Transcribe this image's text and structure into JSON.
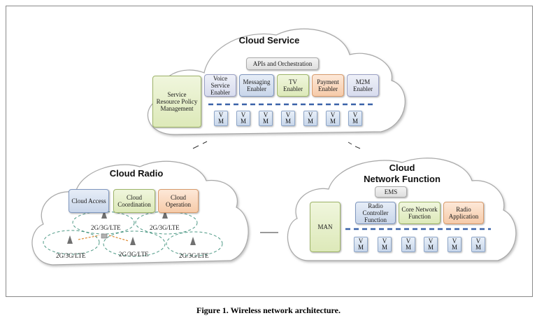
{
  "cloud_service": {
    "title": "Cloud Service",
    "api_bar": "APIs and Orchestration",
    "policy_box": "Service Resource Policy Management",
    "enablers": [
      "Voice Service Enabler",
      "Messaging Enabler",
      "TV Enabler",
      "Payment Enabler",
      "M2M Enabler"
    ],
    "vm_label_top": "V",
    "vm_label_bottom": "M",
    "vm_count": 7
  },
  "cloud_radio": {
    "title": "Cloud Radio",
    "boxes": [
      "Cloud Access",
      "Cloud Coordination",
      "Cloud Operation"
    ],
    "cell_labels": [
      "2G/3G/LTE",
      "2G/3G/LTE",
      "2G/3G/LTE",
      "2G/3G/LTE",
      "2G/3G/LTE"
    ]
  },
  "cloud_network_function": {
    "title_line1": "Cloud",
    "title_line2": "Network Function",
    "ems": "EMS",
    "man": "MAN",
    "functions": [
      "Radio Controller Function",
      "Core Network Function",
      "Radio Application"
    ],
    "vm_count": 6
  },
  "caption": "Figure 1. Wireless network architecture."
}
